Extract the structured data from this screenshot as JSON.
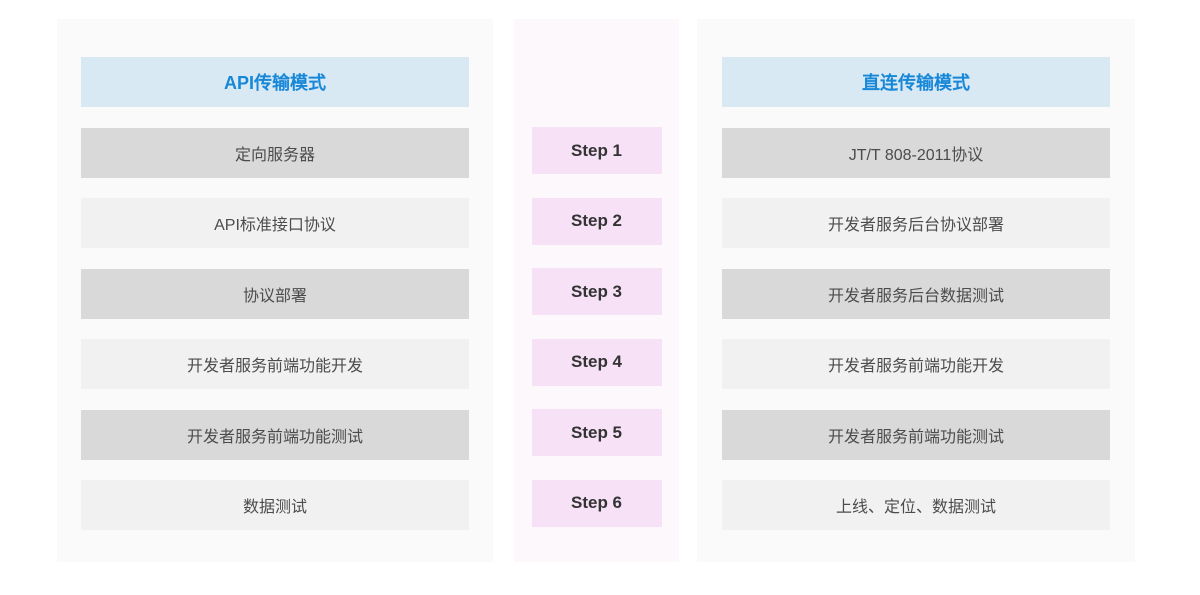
{
  "colors": {
    "page_background": "#ffffff",
    "panel_background": "#fafafa",
    "steps_panel_background": "#fdf8fc",
    "header_background": "#d9e9f4",
    "header_text": "#1787d8",
    "row_dark": "#d9d9d9",
    "row_light": "#f1f1f1",
    "row_text": "#4c4c4c",
    "step_background": "#f7e1f7",
    "step_text": "#333333"
  },
  "left_panel": {
    "header": "API传输模式",
    "rows": [
      {
        "label": "定向服务器"
      },
      {
        "label": "API标准接口协议"
      },
      {
        "label": "协议部署"
      },
      {
        "label": "开发者服务前端功能开发"
      },
      {
        "label": "开发者服务前端功能测试"
      },
      {
        "label": "数据测试"
      }
    ]
  },
  "steps_panel": {
    "items": [
      {
        "label": "Step 1"
      },
      {
        "label": "Step 2"
      },
      {
        "label": "Step 3"
      },
      {
        "label": "Step 4"
      },
      {
        "label": "Step 5"
      },
      {
        "label": "Step 6"
      }
    ]
  },
  "right_panel": {
    "header": "直连传输模式",
    "rows": [
      {
        "label": "JT/T 808-2011协议"
      },
      {
        "label": "开发者服务后台协议部署"
      },
      {
        "label": "开发者服务后台数据测试"
      },
      {
        "label": "开发者服务前端功能开发"
      },
      {
        "label": "开发者服务前端功能测试"
      },
      {
        "label": "上线、定位、数据测试"
      }
    ]
  }
}
